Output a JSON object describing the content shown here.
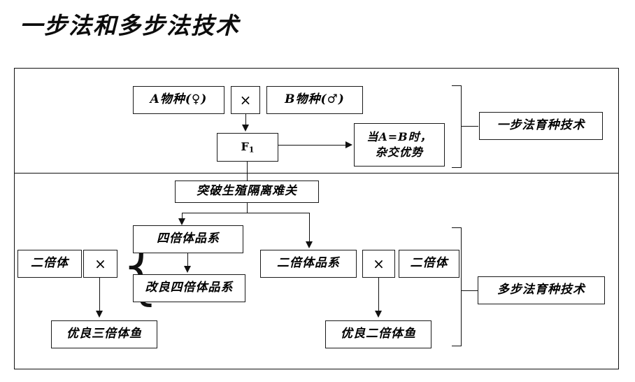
{
  "page": {
    "title": "一步法和多步法技术",
    "type": "flowchart-diagram",
    "line_color": "#111111",
    "background": "#ffffff"
  },
  "diagram": {
    "sections": [
      {
        "id": "one-step",
        "label": "一步法育种技术",
        "nodes": [
          {
            "id": "species-a",
            "label": "A物种(♀)"
          },
          {
            "id": "cross-1",
            "label": "×"
          },
          {
            "id": "species-b",
            "label": "B物种(♂)"
          },
          {
            "id": "f1",
            "label": "F",
            "sub": "1"
          },
          {
            "id": "heterosis",
            "line1": "当A=B时，",
            "line2": "杂交优势"
          }
        ]
      },
      {
        "id": "multi-step",
        "label": "多步法育种技术",
        "nodes": [
          {
            "id": "break-barrier",
            "label": "突破生殖隔离难关"
          },
          {
            "id": "tetraploid-line",
            "label": "四倍体品系"
          },
          {
            "id": "improved-tetraploid-line",
            "label": "改良四倍体品系"
          },
          {
            "id": "diploid-left",
            "label": "二倍体"
          },
          {
            "id": "cross-2",
            "label": "×"
          },
          {
            "id": "superior-triploid-fish",
            "label": "优良三倍体鱼"
          },
          {
            "id": "diploid-line",
            "label": "二倍体品系"
          },
          {
            "id": "cross-3",
            "label": "×"
          },
          {
            "id": "diploid-right",
            "label": "二倍体"
          },
          {
            "id": "superior-diploid-fish",
            "label": "优良二倍体鱼"
          }
        ]
      }
    ]
  }
}
